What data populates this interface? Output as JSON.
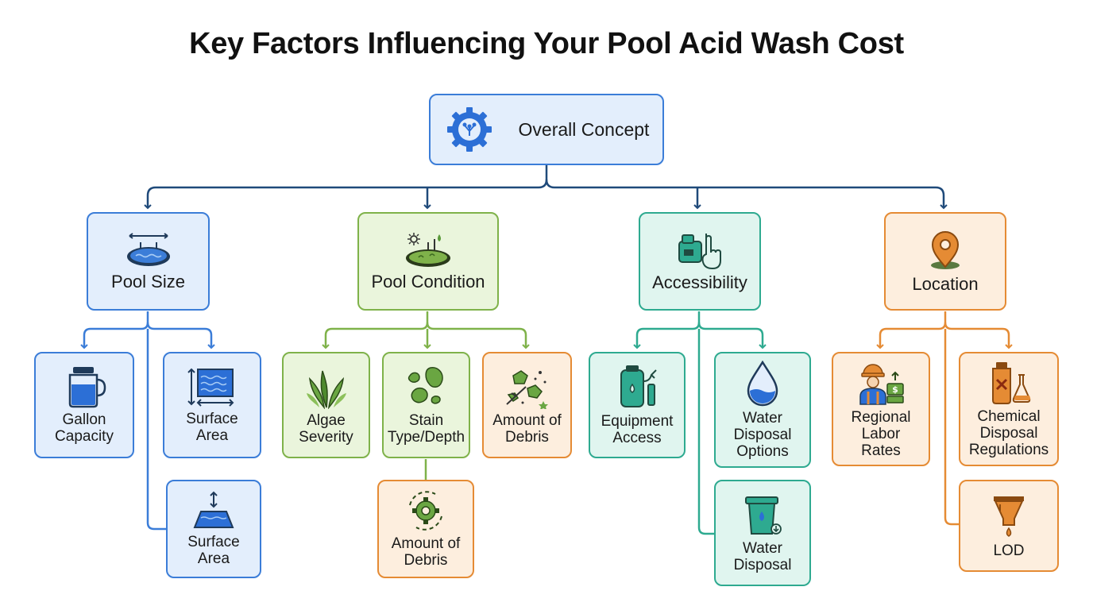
{
  "title": "Key Factors Influencing Your Pool Acid Wash Cost",
  "root": {
    "label": "Overall Concept",
    "icon": "gear-network-icon"
  },
  "categories": [
    {
      "label": "Pool Size",
      "icon": "pool-icon",
      "color": "#3b7dd8",
      "children": [
        {
          "label": "Gallon\nCapacity",
          "icon": "jar-icon"
        },
        {
          "label": "Surface\nArea",
          "icon": "water-surface-icon"
        },
        {
          "label": "Surface\nArea",
          "icon": "pool-depth-icon"
        }
      ]
    },
    {
      "label": "Pool Condition",
      "icon": "algae-pool-icon",
      "color": "#7fb24a",
      "children": [
        {
          "label": "Algae\nSeverity",
          "icon": "algae-icon"
        },
        {
          "label": "Stain\nType/Depth",
          "icon": "stain-icon"
        },
        {
          "label": "Amount of\nDebris",
          "icon": "debris-icon"
        },
        {
          "label": "Amount of\nDebris",
          "icon": "gear-cycle-icon"
        }
      ]
    },
    {
      "label": "Accessibility",
      "icon": "equipment-hand-icon",
      "color": "#2eaa90",
      "children": [
        {
          "label": "Equipment\nAccess",
          "icon": "tank-icon"
        },
        {
          "label": "Water\nDisposal\nOptions",
          "icon": "water-drop-icon"
        },
        {
          "label": "Water\nDisposal",
          "icon": "bin-icon"
        }
      ]
    },
    {
      "label": "Location",
      "icon": "map-pin-icon",
      "color": "#e58b34",
      "children": [
        {
          "label": "Regional\nLabor\nRates",
          "icon": "worker-icon"
        },
        {
          "label": "Chemical\nDisposal\nRegulations",
          "icon": "chemical-icon"
        },
        {
          "label": "LOD",
          "icon": "funnel-icon"
        }
      ]
    }
  ]
}
